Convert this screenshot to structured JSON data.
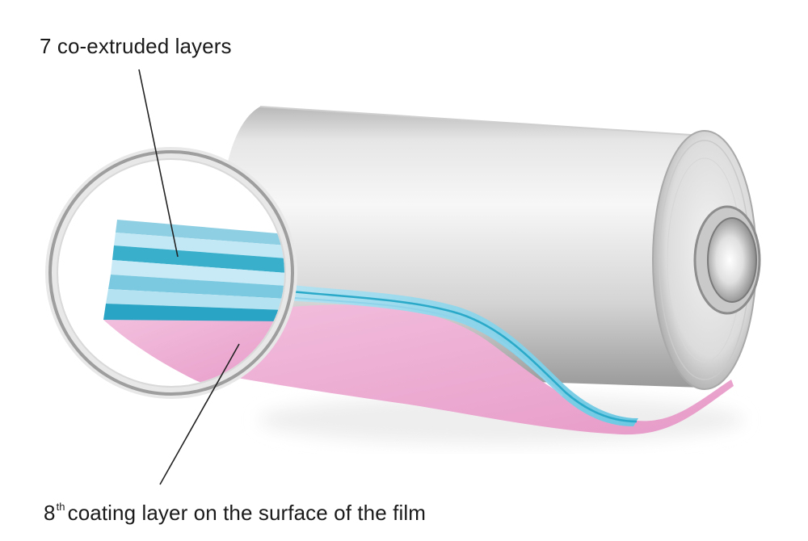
{
  "labels": {
    "top": "7 co-extruded layers",
    "bottom_number": "8",
    "bottom_ordinal": "th",
    "bottom_text": "coating layer on the surface of the film"
  },
  "colors": {
    "roll_light": "#f4f4f4",
    "roll_mid": "#c9c9c9",
    "roll_dark": "#8e8e8e",
    "film_blue_light": "#a9dcef",
    "film_blue_dark": "#2aa9c8",
    "coating_pink": "#eeaed4",
    "magnifier_ring": "#bdbdbd"
  }
}
